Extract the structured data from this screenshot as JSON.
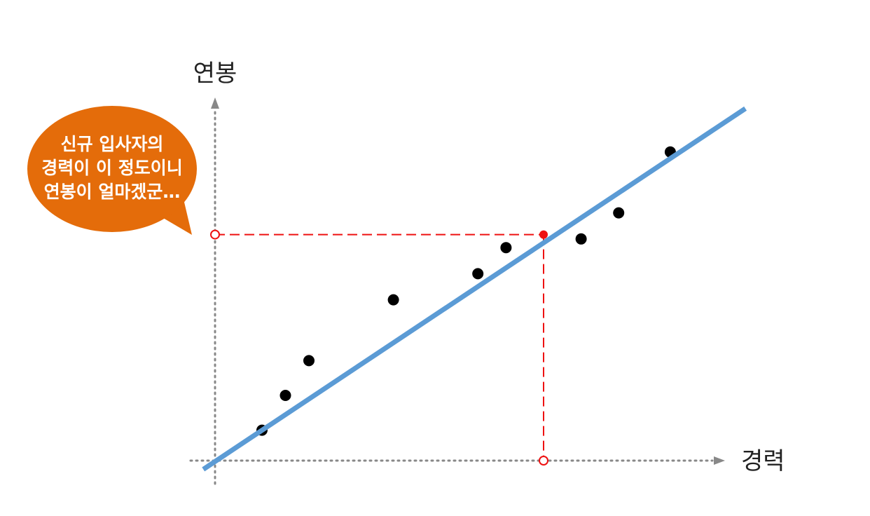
{
  "chart_data": {
    "type": "scatter",
    "title": "",
    "xlabel": "경력",
    "ylabel": "연봉",
    "xlim": [
      0,
      12
    ],
    "ylim": [
      0,
      10
    ],
    "grid": false,
    "points": [
      {
        "x": 1,
        "y": 0.7
      },
      {
        "x": 1.5,
        "y": 1.5
      },
      {
        "x": 2,
        "y": 2.3
      },
      {
        "x": 3.8,
        "y": 3.7
      },
      {
        "x": 5.6,
        "y": 4.3
      },
      {
        "x": 6.2,
        "y": 4.9
      },
      {
        "x": 7.8,
        "y": 5.1
      },
      {
        "x": 8.6,
        "y": 5.7
      },
      {
        "x": 9.7,
        "y": 7.1
      }
    ],
    "trendline": {
      "start": {
        "x": -0.25,
        "y": -0.2
      },
      "end": {
        "x": 11.3,
        "y": 8.1
      }
    },
    "highlight_point": {
      "x": 7,
      "y": 5.2
    }
  },
  "callout": {
    "lines": [
      "신규 입사자의",
      "경력이 이 정도이니",
      "연봉이 얼마겠군…"
    ]
  },
  "colors": {
    "axis": "#888888",
    "points": "#000000",
    "trendline": "#5b9bd5",
    "guide": "#ee1111",
    "callout_fill": "#e46c0a",
    "callout_text": "#ffffff"
  }
}
